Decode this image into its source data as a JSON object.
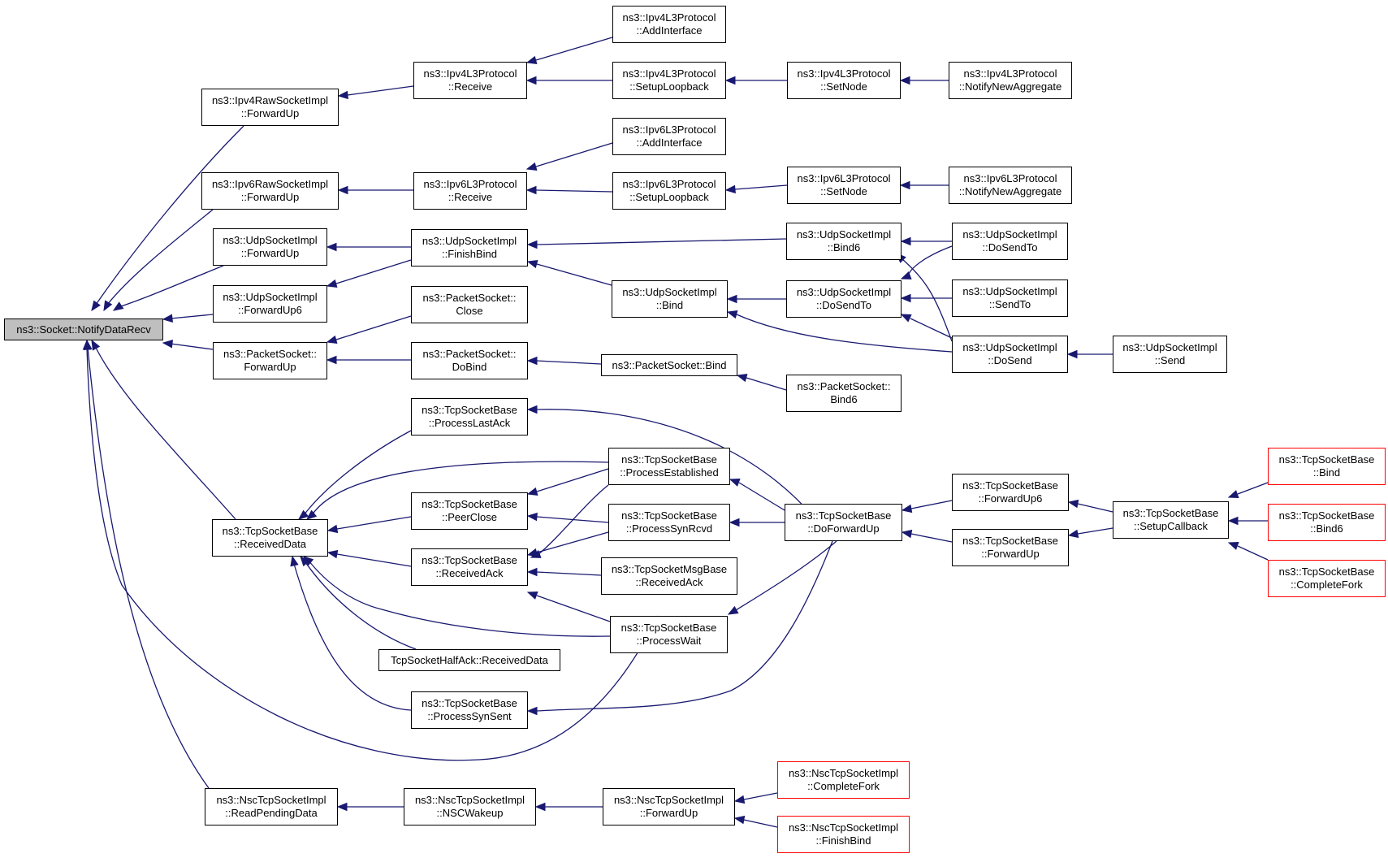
{
  "colors": {
    "edge": "#191970",
    "node_border": "#000000",
    "external_node_border": "#ff0000",
    "root_fill": "#bfbfbf"
  },
  "nodes": {
    "root": {
      "lines": [
        "ns3::Socket::NotifyDataRecv"
      ]
    },
    "ipv4raw": {
      "lines": [
        "ns3::Ipv4RawSocketImpl",
        "::ForwardUp"
      ]
    },
    "ipv6raw": {
      "lines": [
        "ns3::Ipv6RawSocketImpl",
        "::ForwardUp"
      ]
    },
    "udpfwd": {
      "lines": [
        "ns3::UdpSocketImpl",
        "::ForwardUp"
      ]
    },
    "udpfwd6": {
      "lines": [
        "ns3::UdpSocketImpl",
        "::ForwardUp6"
      ]
    },
    "pktfwd": {
      "lines": [
        "ns3::PacketSocket::",
        "ForwardUp"
      ]
    },
    "tcprecv": {
      "lines": [
        "ns3::TcpSocketBase",
        "::ReceivedData"
      ]
    },
    "nscread": {
      "lines": [
        "ns3::NscTcpSocketImpl",
        "::ReadPendingData"
      ]
    },
    "ipv4recv": {
      "lines": [
        "ns3::Ipv4L3Protocol",
        "::Receive"
      ]
    },
    "ipv6recv": {
      "lines": [
        "ns3::Ipv6L3Protocol",
        "::Receive"
      ]
    },
    "udpfinish": {
      "lines": [
        "ns3::UdpSocketImpl",
        "::FinishBind"
      ]
    },
    "pktclose": {
      "lines": [
        "ns3::PacketSocket::",
        "Close"
      ]
    },
    "pktdobind": {
      "lines": [
        "ns3::PacketSocket::",
        "DoBind"
      ]
    },
    "tcplastack": {
      "lines": [
        "ns3::TcpSocketBase",
        "::ProcessLastAck"
      ]
    },
    "tcppeer": {
      "lines": [
        "ns3::TcpSocketBase",
        "::PeerClose"
      ]
    },
    "tcpack": {
      "lines": [
        "ns3::TcpSocketBase",
        "::ReceivedAck"
      ]
    },
    "halfack": {
      "lines": [
        "TcpSocketHalfAck::ReceivedData"
      ]
    },
    "tcpsynsent": {
      "lines": [
        "ns3::TcpSocketBase",
        "::ProcessSynSent"
      ]
    },
    "nscwake": {
      "lines": [
        "ns3::NscTcpSocketImpl",
        "::NSCWakeup"
      ]
    },
    "ipv4addif": {
      "lines": [
        "ns3::Ipv4L3Protocol",
        "::AddInterface"
      ]
    },
    "ipv4loop": {
      "lines": [
        "ns3::Ipv4L3Protocol",
        "::SetupLoopback"
      ]
    },
    "ipv6addif": {
      "lines": [
        "ns3::Ipv6L3Protocol",
        "::AddInterface"
      ]
    },
    "ipv6loop": {
      "lines": [
        "ns3::Ipv6L3Protocol",
        "::SetupLoopback"
      ]
    },
    "udpbind": {
      "lines": [
        "ns3::UdpSocketImpl",
        "::Bind"
      ]
    },
    "pktbind": {
      "lines": [
        "ns3::PacketSocket::Bind"
      ]
    },
    "tcpest": {
      "lines": [
        "ns3::TcpSocketBase",
        "::ProcessEstablished"
      ]
    },
    "tcpsynrcvd": {
      "lines": [
        "ns3::TcpSocketBase",
        "::ProcessSynRcvd"
      ]
    },
    "msgack": {
      "lines": [
        "ns3::TcpSocketMsgBase",
        "::ReceivedAck"
      ]
    },
    "tcpwait": {
      "lines": [
        "ns3::TcpSocketBase",
        "::ProcessWait"
      ]
    },
    "nscfwd": {
      "lines": [
        "ns3::NscTcpSocketImpl",
        "::ForwardUp"
      ]
    },
    "ipv4setnode": {
      "lines": [
        "ns3::Ipv4L3Protocol",
        "::SetNode"
      ]
    },
    "ipv6setnode": {
      "lines": [
        "ns3::Ipv6L3Protocol",
        "::SetNode"
      ]
    },
    "udpbind6": {
      "lines": [
        "ns3::UdpSocketImpl",
        "::Bind6"
      ]
    },
    "udpdosendto": {
      "lines": [
        "ns3::UdpSocketImpl",
        "::DoSendTo"
      ]
    },
    "pktbind6": {
      "lines": [
        "ns3::PacketSocket::",
        "Bind6"
      ]
    },
    "tcpdofwd": {
      "lines": [
        "ns3::TcpSocketBase",
        "::DoForwardUp"
      ]
    },
    "nsccomplete": {
      "lines": [
        "ns3::NscTcpSocketImpl",
        "::CompleteFork"
      ]
    },
    "nscfinish": {
      "lines": [
        "ns3::NscTcpSocketImpl",
        "::FinishBind"
      ]
    },
    "ipv4nna": {
      "lines": [
        "ns3::Ipv4L3Protocol",
        "::NotifyNewAggregate"
      ]
    },
    "ipv6nna": {
      "lines": [
        "ns3::Ipv6L3Protocol",
        "::NotifyNewAggregate"
      ]
    },
    "udpdosendto2": {
      "lines": [
        "ns3::UdpSocketImpl",
        "::DoSendTo"
      ]
    },
    "udpsendto": {
      "lines": [
        "ns3::UdpSocketImpl",
        "::SendTo"
      ]
    },
    "udpdosend": {
      "lines": [
        "ns3::UdpSocketImpl",
        "::DoSend"
      ]
    },
    "tcpfwd6": {
      "lines": [
        "ns3::TcpSocketBase",
        "::ForwardUp6"
      ]
    },
    "tcpfwd": {
      "lines": [
        "ns3::TcpSocketBase",
        "::ForwardUp"
      ]
    },
    "udpsend": {
      "lines": [
        "ns3::UdpSocketImpl",
        "::Send"
      ]
    },
    "tcpsetcb": {
      "lines": [
        "ns3::TcpSocketBase",
        "::SetupCallback"
      ]
    },
    "tcpbind": {
      "lines": [
        "ns3::TcpSocketBase",
        "::Bind"
      ]
    },
    "tcpbind6": {
      "lines": [
        "ns3::TcpSocketBase",
        "::Bind6"
      ]
    },
    "tcpcomplete": {
      "lines": [
        "ns3::TcpSocketBase",
        "::CompleteFork"
      ]
    }
  }
}
